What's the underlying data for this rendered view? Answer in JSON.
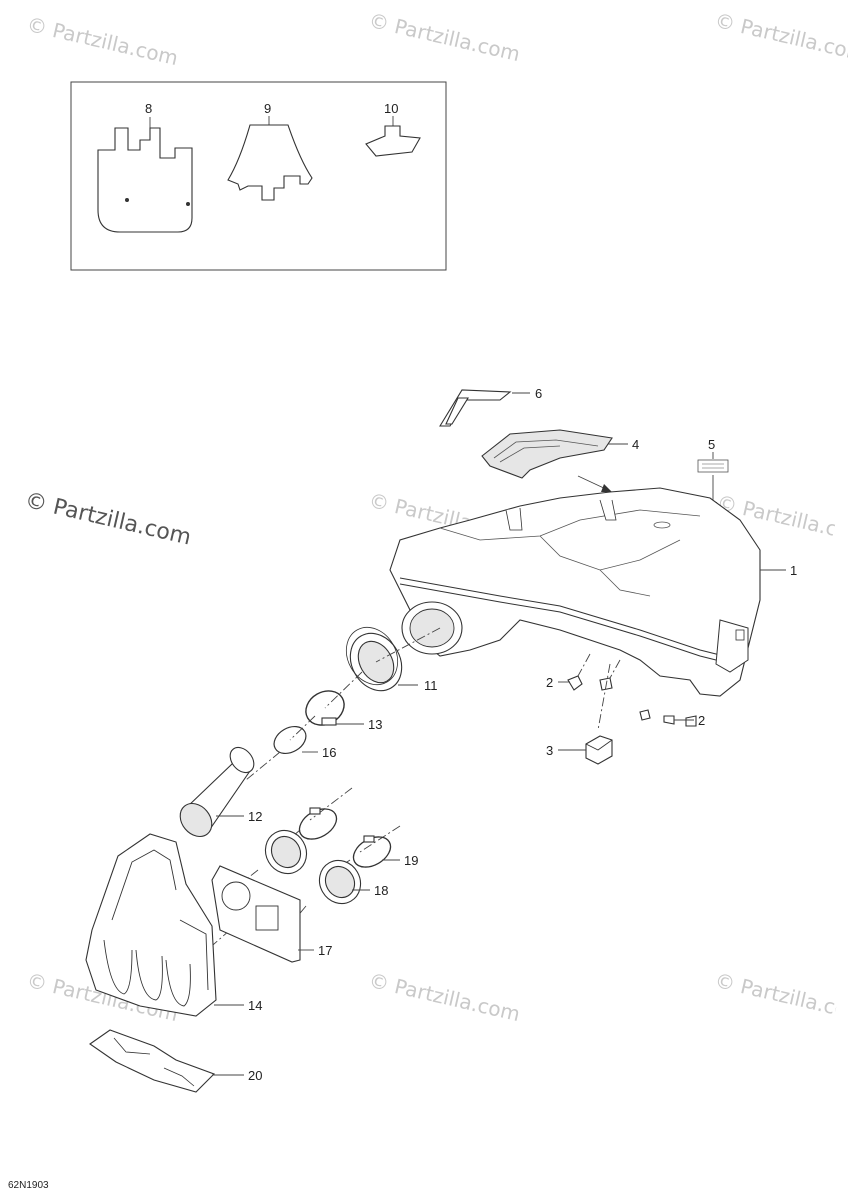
{
  "watermark": {
    "text": "© Partzilla.com"
  },
  "diagram_code": "62N1903",
  "inset": {
    "labels": [
      "8",
      "9",
      "10"
    ]
  },
  "callouts": {
    "p1": "1",
    "p2a": "2",
    "p2b": "2",
    "p3": "3",
    "p4": "4",
    "p5": "5",
    "p6": "6",
    "p11": "11",
    "p12": "12",
    "p13": "13",
    "p14": "14",
    "p16": "16",
    "p17": "17",
    "p18": "18",
    "p19": "19",
    "p20": "20"
  }
}
